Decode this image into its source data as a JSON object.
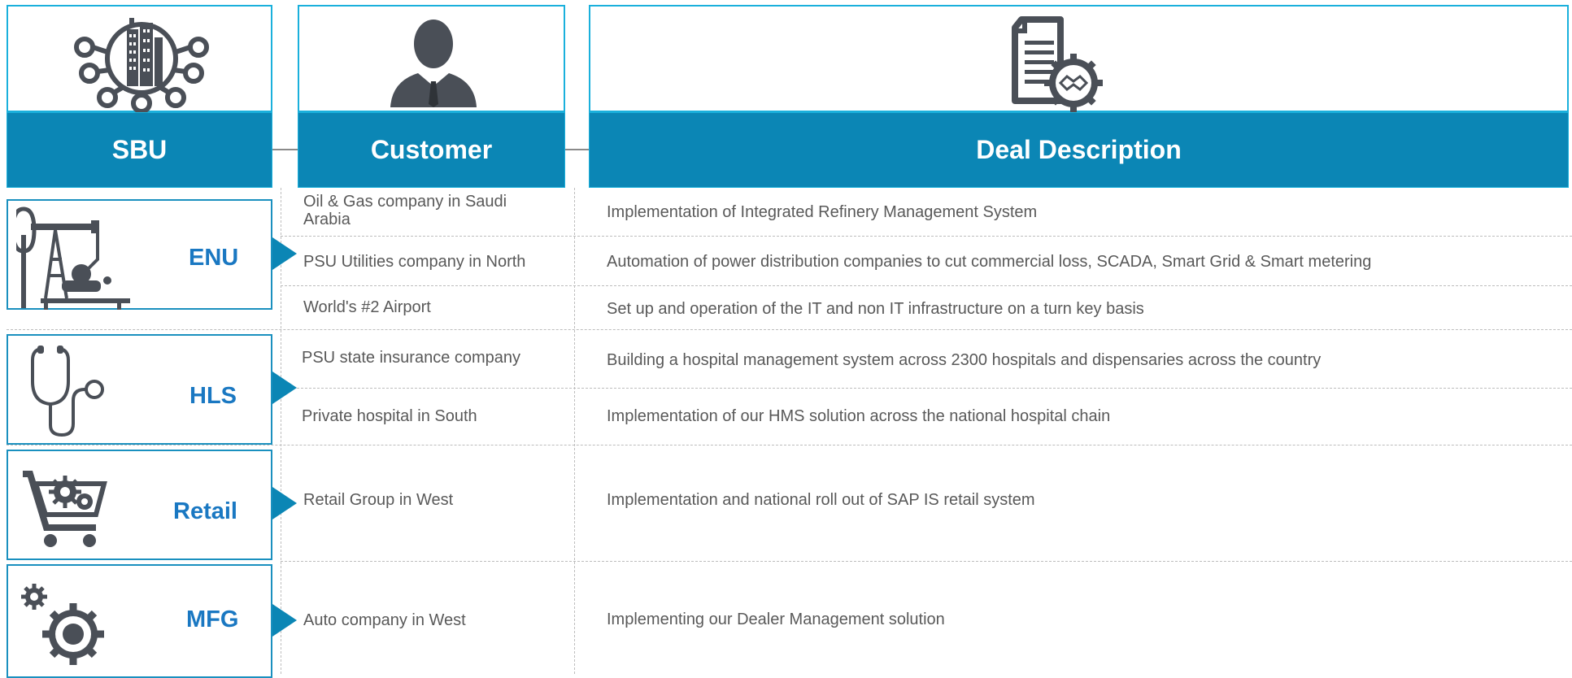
{
  "headers": {
    "sbu": "SBU",
    "customer": "Customer",
    "deal": "Deal Description"
  },
  "icons": {
    "sbu": "network-building-icon",
    "customer": "businessman-icon",
    "deal": "contract-handshake-icon"
  },
  "sbus": [
    {
      "label": "ENU",
      "icon": "oil-pump-icon"
    },
    {
      "label": "HLS",
      "icon": "stethoscope-icon"
    },
    {
      "label": "Retail",
      "icon": "cart-gears-icon"
    },
    {
      "label": "MFG",
      "icon": "gears-icon"
    }
  ],
  "rows": [
    {
      "customer": "Oil & Gas company in Saudi Arabia",
      "deal": "Implementation of Integrated Refinery Management System"
    },
    {
      "customer": "PSU Utilities company in North",
      "deal": "Automation of power distribution companies to cut commercial loss, SCADA, Smart Grid & Smart metering"
    },
    {
      "customer": "World's #2 Airport",
      "deal": "Set up and operation of the IT and non IT infrastructure on a turn key basis"
    },
    {
      "customer": "PSU state insurance company",
      "deal": "Building a hospital management system across 2300 hospitals and dispensaries across the country"
    },
    {
      "customer": "Private hospital in South",
      "deal": "Implementation of our HMS solution across the national hospital chain"
    },
    {
      "customer": "Retail Group in West",
      "deal": "Implementation and national roll out of SAP IS retail system"
    },
    {
      "customer": "Auto company in West",
      "deal": "Implementing our Dealer Management solution"
    }
  ],
  "colors": {
    "header_bg": "#0b86b5",
    "border": "#1ab0dc",
    "sbu_text": "#1a78c2",
    "body_text": "#595959"
  }
}
